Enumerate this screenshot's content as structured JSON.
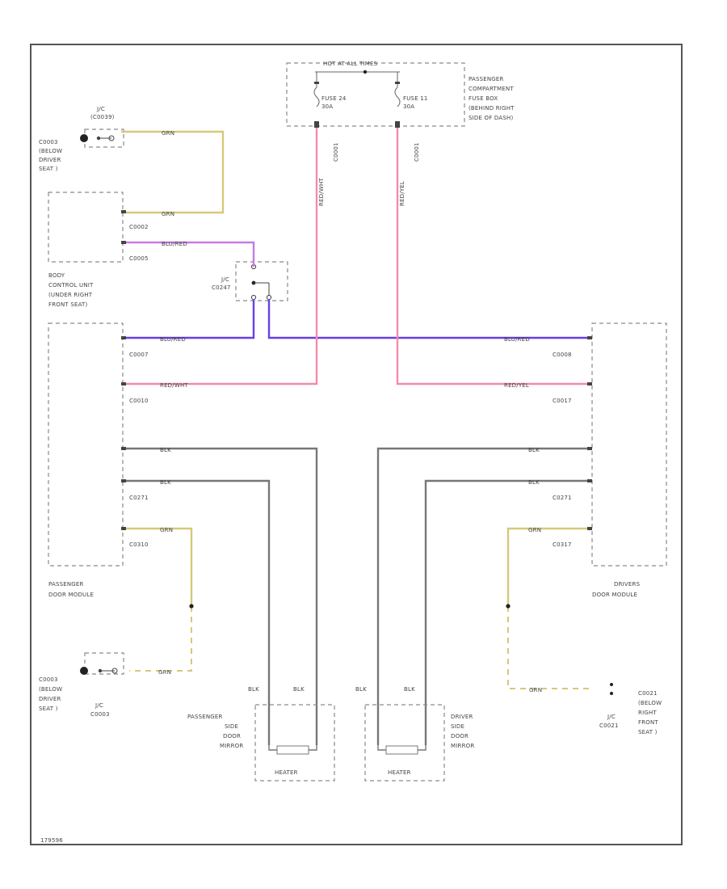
{
  "colors": {
    "grn": "#d6c97a",
    "blu_red": "#6a3ee8",
    "blu_red_top": "#c87ae0",
    "red_wht": "#f06090",
    "red_top": "#f48aa8",
    "blk": "#777777",
    "frame": "#555555"
  },
  "fuse_box": {
    "hot_at_all_times": "HOT AT ALL TIMES",
    "fuse_left": "FUSE 24",
    "fuse_left_amp": "30A",
    "fuse_right": "FUSE 11",
    "fuse_right_amp": "30A",
    "title_lines": [
      "PASSENGER",
      "COMPARTMENT",
      "FUSE BOX",
      "(BEHIND RIGHT",
      "SIDE OF DASH)"
    ],
    "wire_left_conn": "C0001",
    "wire_right_conn": "C0001",
    "wire_left_color": "RED/WHT",
    "wire_right_color": "RED/YEL"
  },
  "jc_top": {
    "title_lines": [
      "J/C",
      "(C0039)"
    ],
    "location_lines": [
      "C0003",
      "(BELOW",
      "DRIVER",
      "SEAT )"
    ]
  },
  "bcu": {
    "conn_a": "C0002",
    "conn_b": "C0005",
    "label_lines": [
      "BODY",
      "CONTROL UNIT",
      "(UNDER RIGHT",
      "FRONT SEAT)"
    ],
    "wire_a": "GRN",
    "wire_b": "BLU/RED"
  },
  "wire_grn_top_label": "GRN",
  "jc_mid": {
    "title_lines": [
      "J/C",
      "C0247"
    ]
  },
  "passenger_door_module": {
    "label_lines": [
      "PASSENGER",
      "DOOR MODULE"
    ],
    "conns": [
      "C0007",
      "C0010",
      "C0271",
      "C0310"
    ],
    "wire_labels": [
      "BLU/RED",
      "RED/WHT",
      "BLK",
      "BLK",
      "GRN"
    ]
  },
  "drivers_door_module": {
    "label_lines": [
      "DRIVERS",
      "DOOR MODULE"
    ],
    "conns": [
      "C0008",
      "C0017",
      "C0271",
      "C0317"
    ],
    "wire_labels": [
      "BLU/RED",
      "RED/YEL",
      "BLK",
      "BLK",
      "GRN"
    ]
  },
  "jc_bottom_left": {
    "title_lines": [
      "J/C",
      "C0003"
    ],
    "location_lines": [
      "C0003",
      "(BELOW",
      "DRIVER",
      "SEAT )"
    ],
    "wire_label": "GRN"
  },
  "jc_bottom_right": {
    "title_lines": [
      "J/C",
      "C0021"
    ],
    "location_lines": [
      "C0021",
      "(BELOW",
      "RIGHT",
      "FRONT",
      "SEAT )"
    ],
    "wire_label": "GRN"
  },
  "passenger_mirror": {
    "label_lines": [
      "PASSENGER",
      "SIDE",
      "DOOR",
      "MIRROR"
    ],
    "heater": "HEATER",
    "wire_labels": [
      "BLK",
      "BLK"
    ]
  },
  "driver_mirror": {
    "label_lines": [
      "DRIVER",
      "SIDE",
      "DOOR",
      "MIRROR"
    ],
    "heater": "HEATER",
    "wire_labels": [
      "BLK",
      "BLK"
    ]
  },
  "footer_code": "179596"
}
